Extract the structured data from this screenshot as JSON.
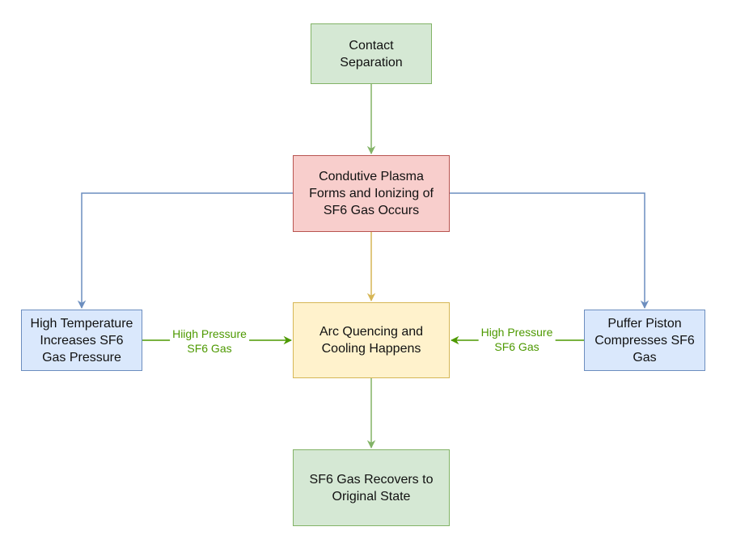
{
  "nodes": {
    "contact_separation": "Contact\nSeparation",
    "conductive_plasma": "Condutive Plasma\nForms and Ionizing of\nSF6 Gas Occurs",
    "arc_quenching": "Arc Quencing and\nCooling Happens",
    "sf6_recovers": "SF6 Gas Recovers to\nOriginal State",
    "high_temperature": "High Temperature\nIncreases SF6\nGas Pressure",
    "puffer_piston": "Puffer Piston\nCompresses SF6\nGas"
  },
  "edge_labels": {
    "left_pressure": "Hiigh Pressure\nSF6 Gas",
    "right_pressure": "High Pressure\nSF6 Gas"
  },
  "colors": {
    "green_fill": "#d5e8d4",
    "green_stroke": "#82b366",
    "red_fill": "#f8cecc",
    "red_stroke": "#b85450",
    "yellow_fill": "#fff2cc",
    "yellow_stroke": "#d6b656",
    "blue_fill": "#dae8fc",
    "blue_stroke": "#6c8ebf",
    "edge_label_text": "#4d9900",
    "edge_bright_green": "#4d9900"
  }
}
